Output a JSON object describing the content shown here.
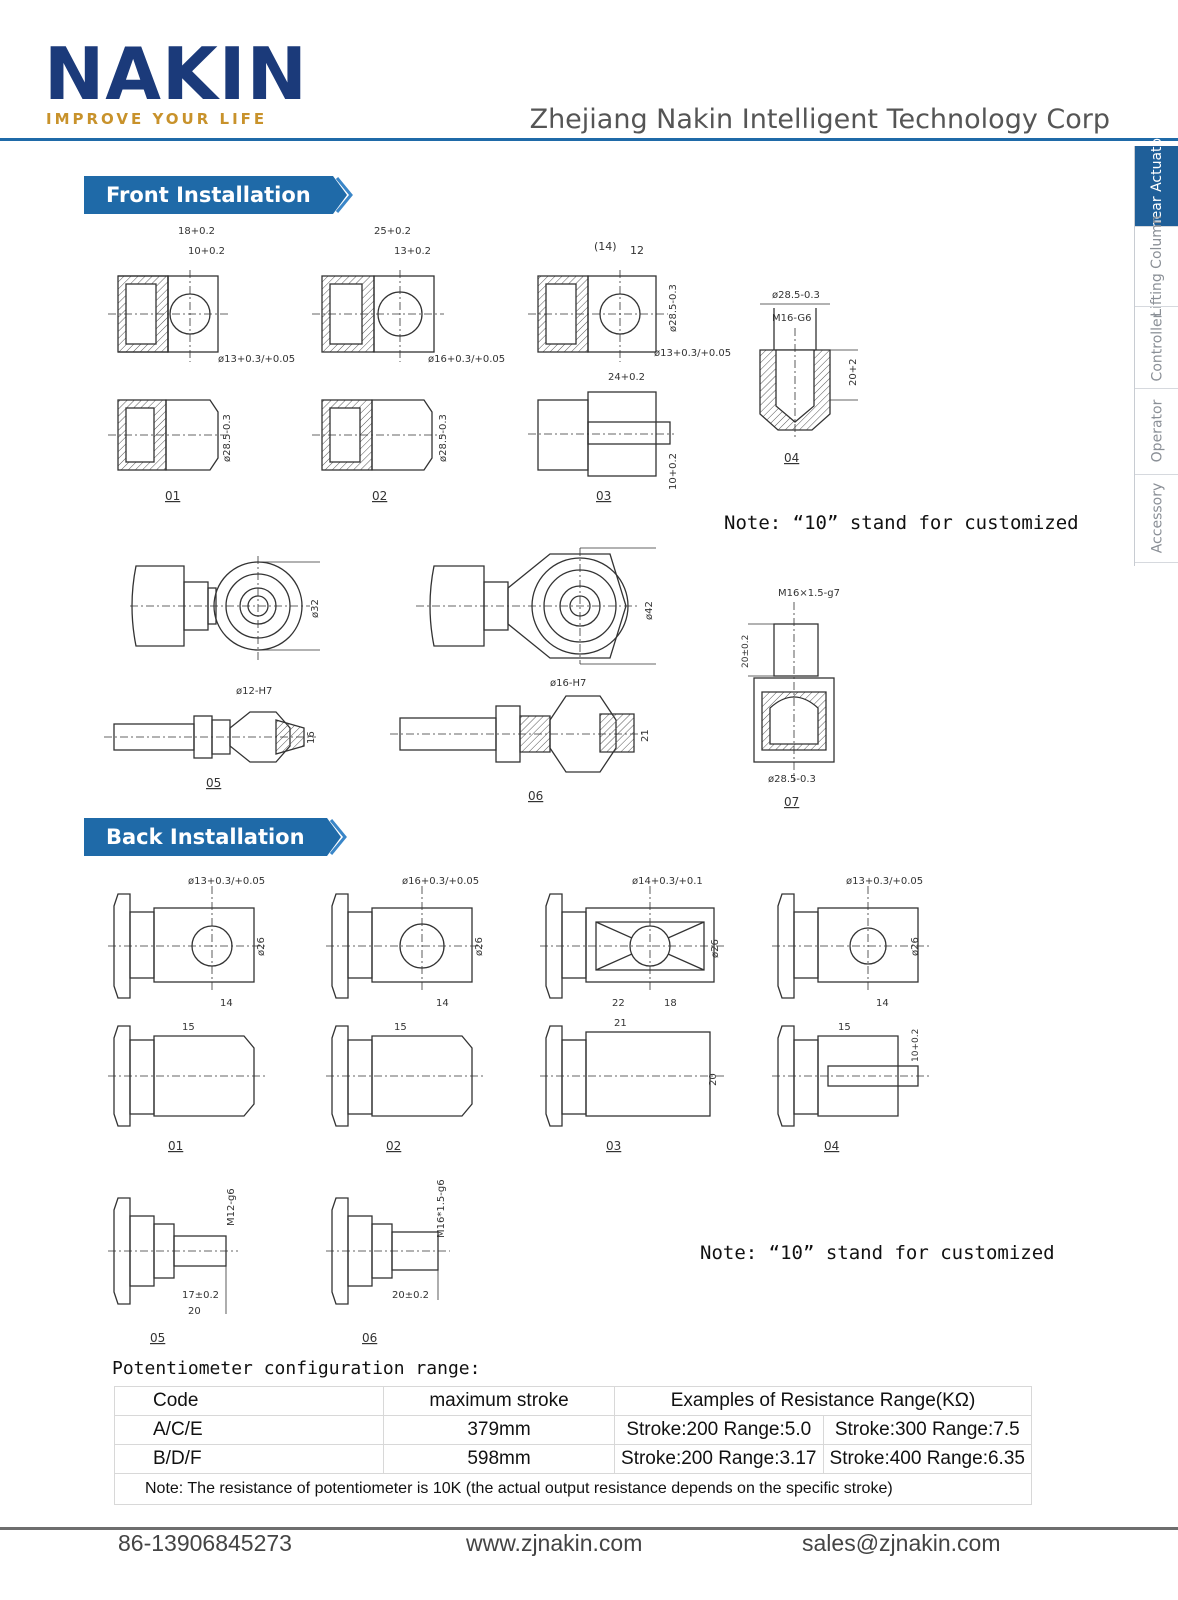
{
  "header": {
    "logo_text": "NAKIN",
    "logo_tagline": "IMPROVE YOUR LIFE",
    "company": "Zhejiang Nakin Intelligent Technology Corp"
  },
  "side_tabs": [
    {
      "label": "Linear Actuator",
      "active": true
    },
    {
      "label": "Lifting Column",
      "active": false
    },
    {
      "label": "Controller",
      "active": false
    },
    {
      "label": "Operator",
      "active": false
    },
    {
      "label": "Accessory",
      "active": false
    }
  ],
  "front": {
    "title": "Front Installation",
    "labels": [
      "01",
      "02",
      "03",
      "04",
      "05",
      "06",
      "07"
    ],
    "dims": {
      "d01_a": "18+0.2",
      "d01_b": "10+0.2",
      "d01_hole": "ø13+0.3/+0.05",
      "d01_dia": "ø28.5-0.3",
      "d02_a": "25+0.2",
      "d02_b": "13+0.2",
      "d02_hole": "ø16+0.3/+0.05",
      "d02_dia": "ø28.5-0.3",
      "d03_a": "(14)",
      "d03_b": "12",
      "d03_dia": "ø28.5-0.3",
      "d03_hole": "ø13+0.3/+0.05",
      "d03_c": "24+0.2",
      "d03_d": "10+0.2",
      "d04_dia": "ø28.5-0.3",
      "d04_thread": "M16-G6",
      "d04_len": "20+2",
      "d05_dia": "ø32",
      "d05_bore": "ø12-H7",
      "d05_w": "16",
      "d06_dia": "ø42",
      "d06_bore": "ø16-H7",
      "d06_w": "21",
      "d07_thread": "M16×1.5-g7",
      "d07_len": "20±0.2",
      "d07_dia": "ø28.5-0.3"
    },
    "note": "Note: “10” stand for customized"
  },
  "back": {
    "title": "Back Installation",
    "labels": [
      "01",
      "02",
      "03",
      "04",
      "05",
      "06"
    ],
    "dims": {
      "b01_hole": "ø13+0.3/+0.05",
      "b01_dia": "ø26",
      "b01_a": "14",
      "b01_b": "15",
      "b02_hole": "ø16+0.3/+0.05",
      "b02_dia": "ø26",
      "b02_a": "14",
      "b02_b": "15",
      "b03_hole": "ø14+0.3/+0.1",
      "b03_dia": "ø26",
      "b03_a": "22",
      "b03_b": "18",
      "b03_c": "21",
      "b03_d": "20",
      "b04_hole": "ø13+0.3/+0.05",
      "b04_dia": "ø26",
      "b04_a": "14",
      "b04_b": "15",
      "b04_c": "10+0.2",
      "b05_thread": "M12-g6",
      "b05_a": "17±0.2",
      "b05_b": "20",
      "b06_thread": "M16*1.5-g6",
      "b06_a": "20±0.2"
    },
    "note": "Note: “10” stand for customized"
  },
  "potentiometer": {
    "title": "Potentiometer configuration range:",
    "headers": [
      "Code",
      "maximum stroke",
      "Examples of Resistance Range(KΩ)"
    ],
    "rows": [
      [
        "A/C/E",
        "379mm",
        "Stroke:200 Range:5.0",
        "Stroke:300 Range:7.5"
      ],
      [
        "B/D/F",
        "598mm",
        "Stroke:200 Range:3.17",
        "Stroke:400 Range:6.35"
      ]
    ],
    "note": "Note: The resistance of potentiometer is 10K (the actual output resistance depends on the specific stroke)"
  },
  "footer": {
    "phone": "86-13906845273",
    "website": "www.zjnakin.com",
    "email": "sales@zjnakin.com"
  }
}
